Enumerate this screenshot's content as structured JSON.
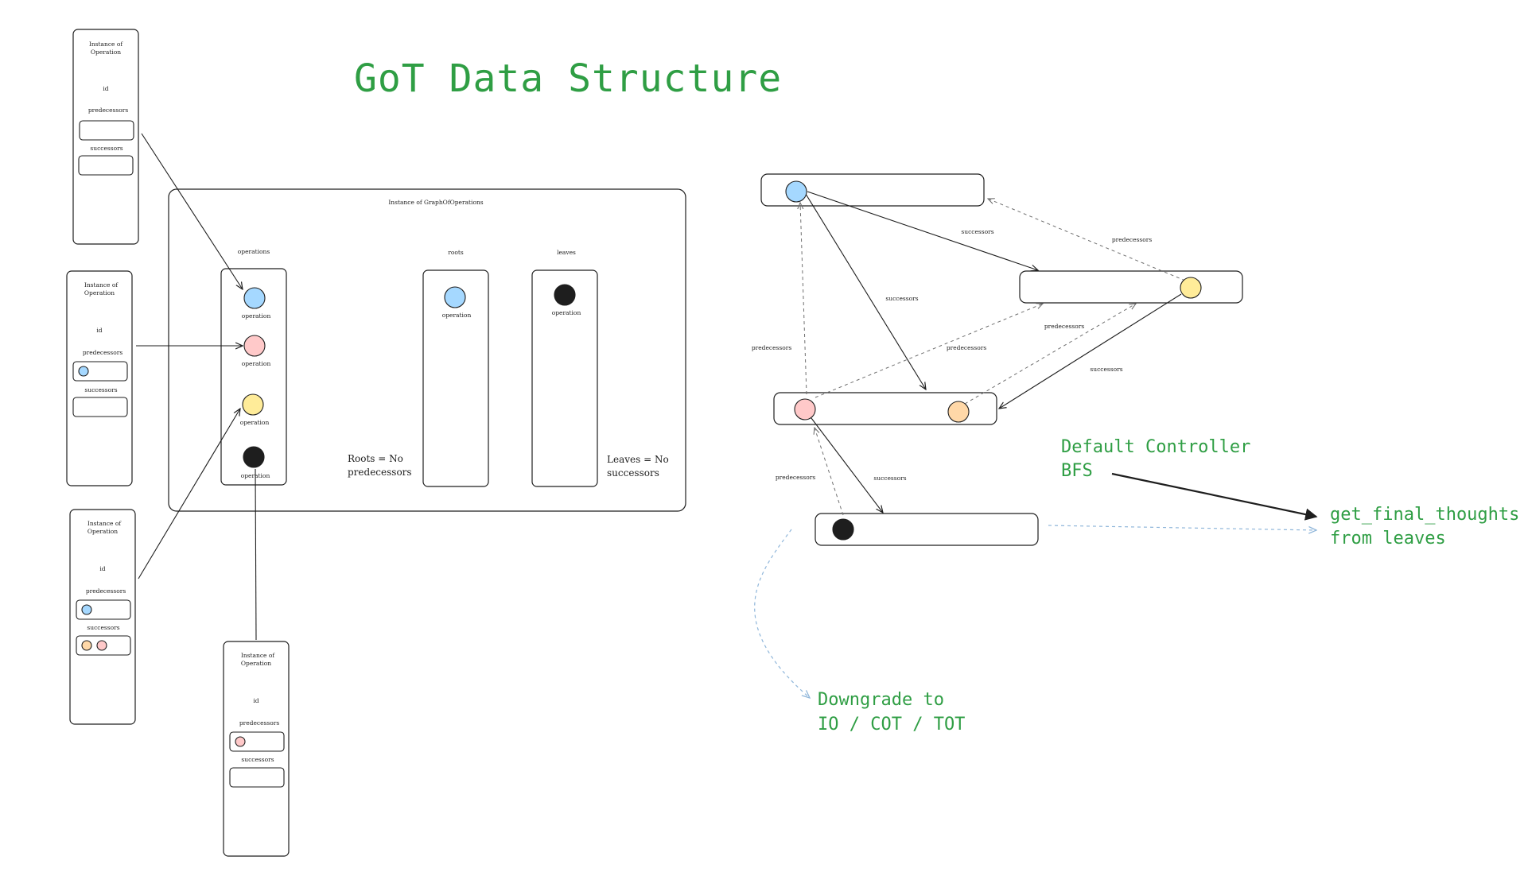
{
  "title": "GoT Data Structure",
  "colors": {
    "blue": "#a5d8ff",
    "pink": "#ffc9c9",
    "yellow": "#ffec99",
    "orange": "#ffd8a8",
    "black": "#1e1e1e",
    "green_text": "#2f9e44",
    "hint_blue": "#8fb6da"
  },
  "operation_cards": [
    {
      "title_line1": "Instance of",
      "title_line2": "Operation",
      "id_label": "id",
      "predecessors_label": "predecessors",
      "successors_label": "successors"
    },
    {
      "title_line1": "Instance of",
      "title_line2": "Operation",
      "id_label": "id",
      "predecessors_label": "predecessors",
      "successors_label": "successors"
    },
    {
      "title_line1": "Instance of",
      "title_line2": "Operation",
      "id_label": "id",
      "predecessors_label": "predecessors",
      "successors_label": "successors"
    },
    {
      "title_line1": "Instance of",
      "title_line2": "Operation",
      "id_label": "id",
      "predecessors_label": "predecessors",
      "successors_label": "successors"
    }
  ],
  "graph_container": {
    "title": "Instance of GraphOfOperations",
    "operations_header": "operations",
    "roots_header": "roots",
    "leaves_header": "leaves",
    "operation_label": "operation",
    "roots_note_line1": "Roots = No",
    "roots_note_line2": "predecessors",
    "leaves_note_line1": "Leaves = No",
    "leaves_note_line2": "successors"
  },
  "graph_edges": {
    "successors": "successors",
    "predecessors": "predecessors"
  },
  "controller_note_line1": "Default Controller",
  "controller_note_line2": "BFS",
  "final_note_line1": "get_final_thoughts",
  "final_note_line2": "from leaves",
  "downgrade_line1": "Downgrade to",
  "downgrade_line2": "IO / COT / TOT"
}
